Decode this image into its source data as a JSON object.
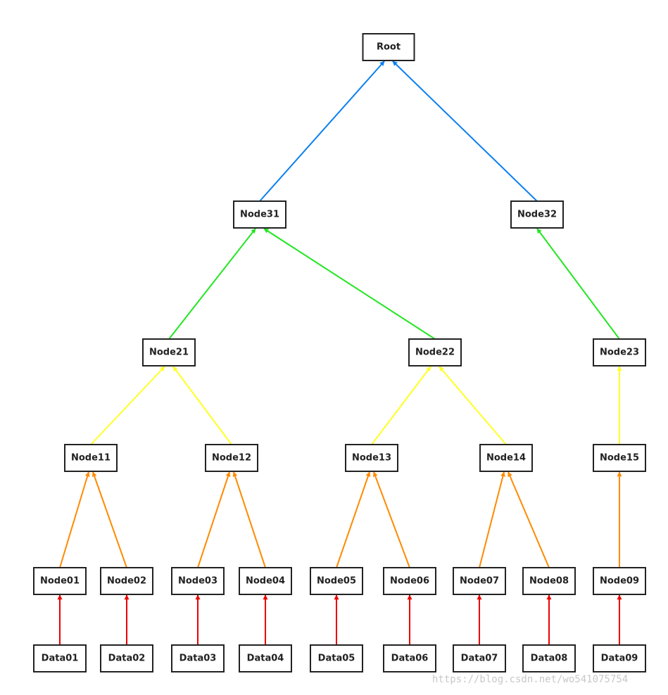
{
  "edge_colors": {
    "blue": "#0a7ff0",
    "green": "#22e622",
    "yellow": "#ffff22",
    "orange": "#ff8a00",
    "red": "#ee0000"
  },
  "nodes": [
    {
      "id": "root",
      "label": "Root"
    },
    {
      "id": "n31",
      "label": "Node31"
    },
    {
      "id": "n32",
      "label": "Node32"
    },
    {
      "id": "n21",
      "label": "Node21"
    },
    {
      "id": "n22",
      "label": "Node22"
    },
    {
      "id": "n23",
      "label": "Node23"
    },
    {
      "id": "n11",
      "label": "Node11"
    },
    {
      "id": "n12",
      "label": "Node12"
    },
    {
      "id": "n13",
      "label": "Node13"
    },
    {
      "id": "n14",
      "label": "Node14"
    },
    {
      "id": "n15",
      "label": "Node15"
    },
    {
      "id": "n01",
      "label": "Node01"
    },
    {
      "id": "n02",
      "label": "Node02"
    },
    {
      "id": "n03",
      "label": "Node03"
    },
    {
      "id": "n04",
      "label": "Node04"
    },
    {
      "id": "n05",
      "label": "Node05"
    },
    {
      "id": "n06",
      "label": "Node06"
    },
    {
      "id": "n07",
      "label": "Node07"
    },
    {
      "id": "n08",
      "label": "Node08"
    },
    {
      "id": "n09",
      "label": "Node09"
    },
    {
      "id": "d01",
      "label": "Data01"
    },
    {
      "id": "d02",
      "label": "Data02"
    },
    {
      "id": "d03",
      "label": "Data03"
    },
    {
      "id": "d04",
      "label": "Data04"
    },
    {
      "id": "d05",
      "label": "Data05"
    },
    {
      "id": "d06",
      "label": "Data06"
    },
    {
      "id": "d07",
      "label": "Data07"
    },
    {
      "id": "d08",
      "label": "Data08"
    },
    {
      "id": "d09",
      "label": "Data09"
    }
  ],
  "edges": [
    {
      "from": "n31",
      "to": "root",
      "color": "blue"
    },
    {
      "from": "n32",
      "to": "root",
      "color": "blue"
    },
    {
      "from": "n21",
      "to": "n31",
      "color": "green"
    },
    {
      "from": "n22",
      "to": "n31",
      "color": "green"
    },
    {
      "from": "n23",
      "to": "n32",
      "color": "green"
    },
    {
      "from": "n11",
      "to": "n21",
      "color": "yellow"
    },
    {
      "from": "n12",
      "to": "n21",
      "color": "yellow"
    },
    {
      "from": "n13",
      "to": "n22",
      "color": "yellow"
    },
    {
      "from": "n14",
      "to": "n22",
      "color": "yellow"
    },
    {
      "from": "n15",
      "to": "n23",
      "color": "yellow"
    },
    {
      "from": "n01",
      "to": "n11",
      "color": "orange"
    },
    {
      "from": "n02",
      "to": "n11",
      "color": "orange"
    },
    {
      "from": "n03",
      "to": "n12",
      "color": "orange"
    },
    {
      "from": "n04",
      "to": "n12",
      "color": "orange"
    },
    {
      "from": "n05",
      "to": "n13",
      "color": "orange"
    },
    {
      "from": "n06",
      "to": "n13",
      "color": "orange"
    },
    {
      "from": "n07",
      "to": "n14",
      "color": "orange"
    },
    {
      "from": "n08",
      "to": "n14",
      "color": "orange"
    },
    {
      "from": "n09",
      "to": "n15",
      "color": "orange"
    },
    {
      "from": "d01",
      "to": "n01",
      "color": "red"
    },
    {
      "from": "d02",
      "to": "n02",
      "color": "red"
    },
    {
      "from": "d03",
      "to": "n03",
      "color": "red"
    },
    {
      "from": "d04",
      "to": "n04",
      "color": "red"
    },
    {
      "from": "d05",
      "to": "n05",
      "color": "red"
    },
    {
      "from": "d06",
      "to": "n06",
      "color": "red"
    },
    {
      "from": "d07",
      "to": "n07",
      "color": "red"
    },
    {
      "from": "d08",
      "to": "n08",
      "color": "red"
    },
    {
      "from": "d09",
      "to": "n09",
      "color": "red"
    }
  ],
  "watermark": "https://blog.csdn.net/wo541075754"
}
